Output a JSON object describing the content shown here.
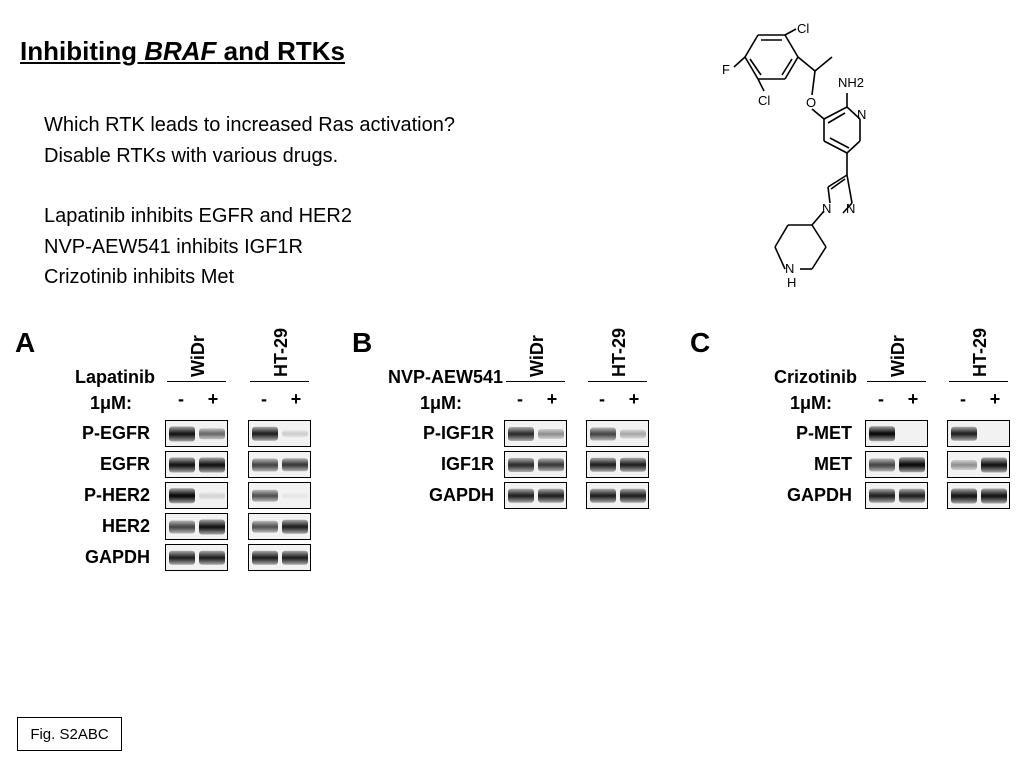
{
  "slide": {
    "title_pre": "Inhibiting ",
    "title_italic": "BRAF",
    "title_post": " and RTKs",
    "bullets": [
      "Which RTK leads to increased Ras activation?",
      "Disable RTKs with various drugs.",
      "",
      "Lapatinib inhibits EGFR and HER2",
      "NVP-AEW541 inhibits IGF1R",
      "Crizotinib inhibits Met"
    ],
    "figure_ref": "Fig. S2ABC"
  },
  "molecule": {
    "atoms": [
      "Cl",
      "F",
      "Cl",
      "O",
      "NH2",
      "N",
      "N",
      "N",
      "N",
      "H"
    ]
  },
  "panels": [
    {
      "label": "A",
      "drug": "Lapatinib",
      "conc": "1μM:",
      "cells": [
        "WiDr",
        "HT-29"
      ],
      "signs": [
        "-",
        "+"
      ],
      "rows": [
        {
          "label": "P-EGFR",
          "lanes": [
            [
              0.9,
              0.55
            ],
            [
              0.85,
              0.15
            ]
          ]
        },
        {
          "label": "EGFR",
          "lanes": [
            [
              0.9,
              0.9
            ],
            [
              0.7,
              0.75
            ]
          ]
        },
        {
          "label": "P-HER2",
          "lanes": [
            [
              0.95,
              0.12
            ],
            [
              0.65,
              0.05
            ]
          ]
        },
        {
          "label": "HER2",
          "lanes": [
            [
              0.7,
              0.9
            ],
            [
              0.65,
              0.85
            ]
          ]
        },
        {
          "label": "GAPDH",
          "lanes": [
            [
              0.85,
              0.85
            ],
            [
              0.85,
              0.85
            ]
          ]
        }
      ]
    },
    {
      "label": "B",
      "drug": "NVP-AEW541",
      "conc": "1μM:",
      "cells": [
        "WiDr",
        "HT-29"
      ],
      "signs": [
        "-",
        "+"
      ],
      "rows": [
        {
          "label": "P-IGF1R",
          "lanes": [
            [
              0.8,
              0.4
            ],
            [
              0.7,
              0.3
            ]
          ]
        },
        {
          "label": "IGF1R",
          "lanes": [
            [
              0.8,
              0.75
            ],
            [
              0.85,
              0.85
            ]
          ]
        },
        {
          "label": "GAPDH",
          "lanes": [
            [
              0.85,
              0.85
            ],
            [
              0.85,
              0.85
            ]
          ]
        }
      ]
    },
    {
      "label": "C",
      "drug": "Crizotinib",
      "conc": "1μM:",
      "cells": [
        "WiDr",
        "HT-29"
      ],
      "signs": [
        "-",
        "+"
      ],
      "rows": [
        {
          "label": "P-MET",
          "lanes": [
            [
              0.95,
              0.0
            ],
            [
              0.85,
              0.0
            ]
          ]
        },
        {
          "label": "MET",
          "lanes": [
            [
              0.7,
              0.95
            ],
            [
              0.4,
              0.9
            ]
          ]
        },
        {
          "label": "GAPDH",
          "lanes": [
            [
              0.85,
              0.85
            ],
            [
              0.9,
              0.9
            ]
          ]
        }
      ]
    }
  ]
}
